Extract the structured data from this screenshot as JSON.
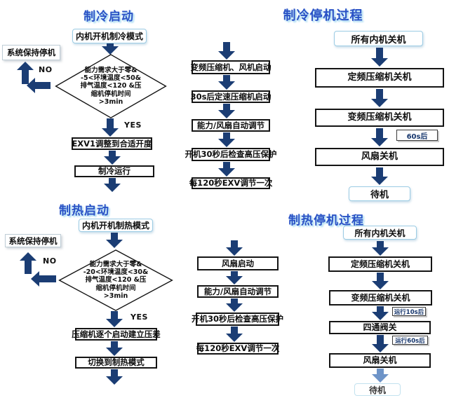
{
  "colors": {
    "arrow": "#1b3d74",
    "arrow_faded": "#6e94c8",
    "title_blue": "#2a51c5",
    "process_box_border": "#141414",
    "soft_box_border": "#9ccce4"
  },
  "cooling_start": {
    "title": "制冷启动",
    "mode_box": "内机开机制冷模式",
    "hold_box": "系统保持停机",
    "no_label": "NO",
    "yes_label": "YES",
    "decision_lines": [
      "能力需求大于零&",
      "-5<环境温度<50&",
      "排气温度<120 &压",
      "缩机停机时间",
      ">3min"
    ],
    "steps": [
      "EXV1调整到合适开度",
      "制冷运行"
    ]
  },
  "cooling_sequence": {
    "steps": [
      "变频压缩机、风机启动",
      "30s后定速压缩机启动",
      "能力/风扇自动调节",
      "开机30秒后检查高压保护",
      "每120秒EXV调节一次"
    ]
  },
  "cooling_stop": {
    "title": "制冷停机过程",
    "start_box": "所有内机关机",
    "steps": [
      "定频压缩机关机",
      "变频压缩机关机",
      "风扇关机"
    ],
    "delay_label": "60s后",
    "end_box": "待机"
  },
  "heating_start": {
    "title": "制热启动",
    "mode_box": "内机开机制热模式",
    "hold_box": "系统保持停机",
    "no_label": "NO",
    "yes_label": "YES",
    "decision_lines": [
      "能力需求大于零&",
      "-20<环境温度<30&",
      "排气温度<120 &压",
      "缩机停机时间",
      ">3min"
    ],
    "steps": [
      "压缩机逐个启动建立压差",
      "切换到制热模式"
    ]
  },
  "heating_sequence": {
    "steps": [
      "风扇启动",
      "能力/风扇自动调节",
      "开机30秒后检查高压保护",
      "每120秒EXV调节一次"
    ]
  },
  "heating_stop": {
    "title": "制热停机过程",
    "start_box": "所有内机关机",
    "steps": [
      "定频压缩机关机",
      "变频压缩机关机",
      "四通阀关",
      "风扇关机"
    ],
    "delay_labels": [
      "运行10s后",
      "运行60s后"
    ],
    "end_box": "待机"
  }
}
